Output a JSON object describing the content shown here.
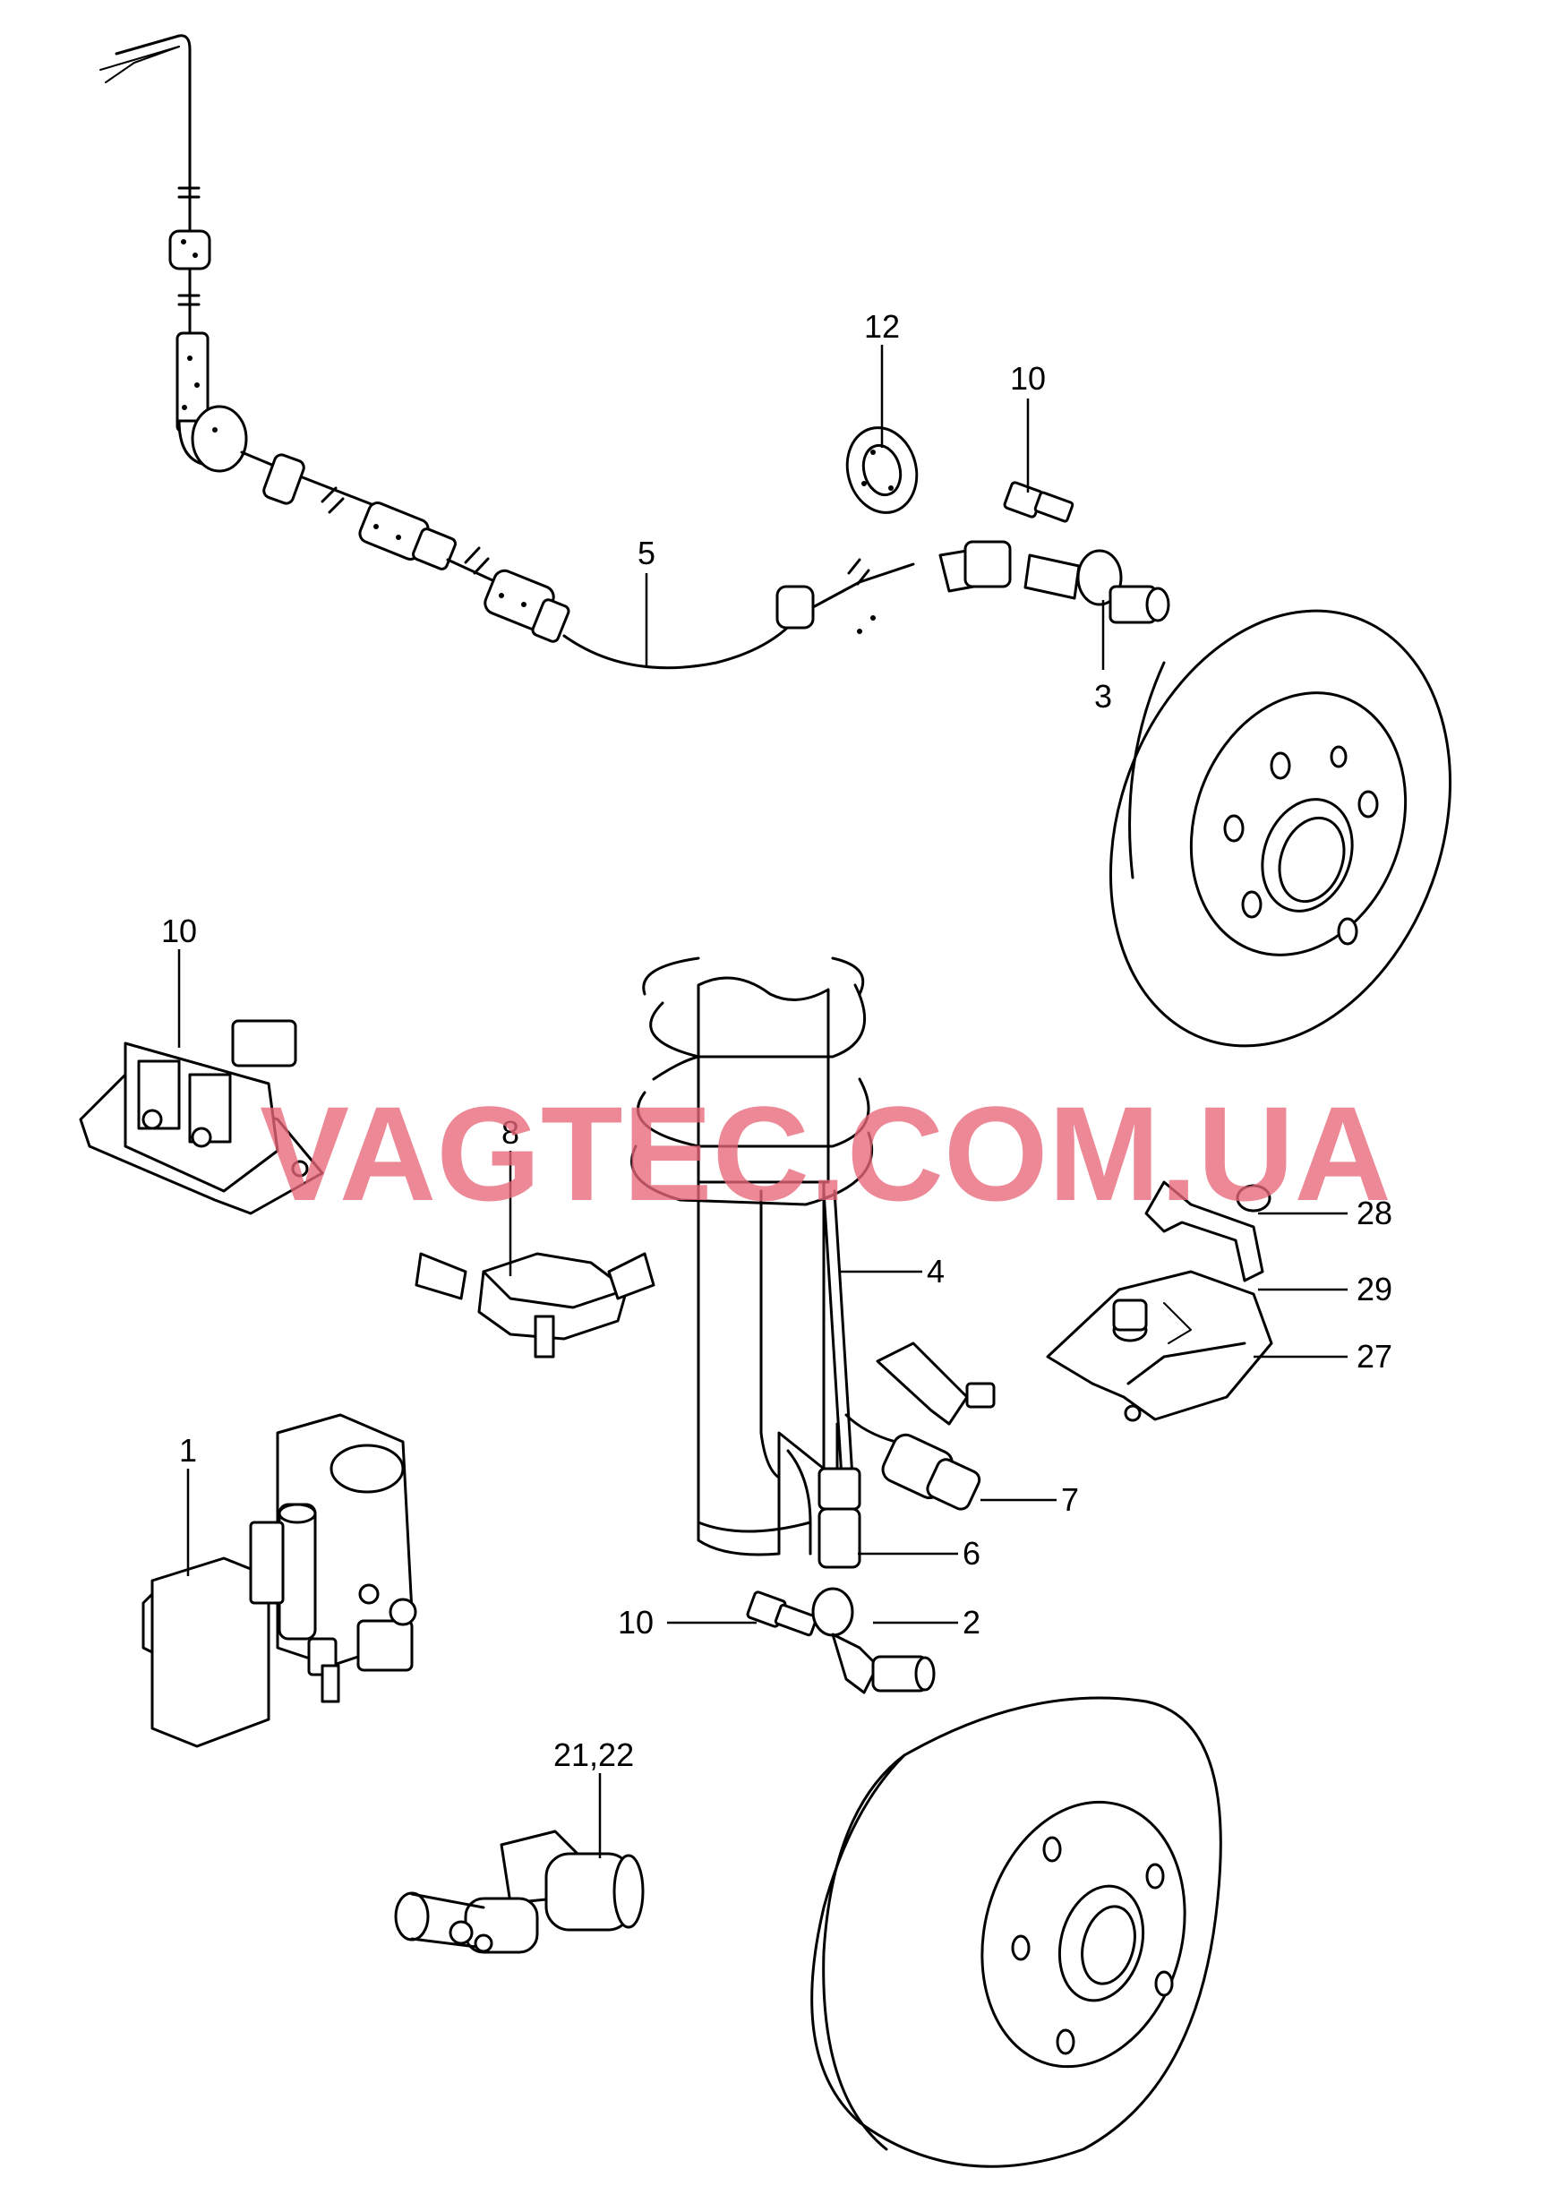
{
  "watermark": "VAGTEC.COM.UA",
  "labels": {
    "p12": "12",
    "p10_screw_top": "10",
    "p5": "5",
    "p3": "3",
    "p10_bracket": "10",
    "p8": "8",
    "p4": "4",
    "p28": "28",
    "p29": "29",
    "p27": "27",
    "p1": "1",
    "p7": "7",
    "p6": "6",
    "p10_screw_bottom": "10",
    "p2": "2",
    "p21_22": "21,22"
  }
}
